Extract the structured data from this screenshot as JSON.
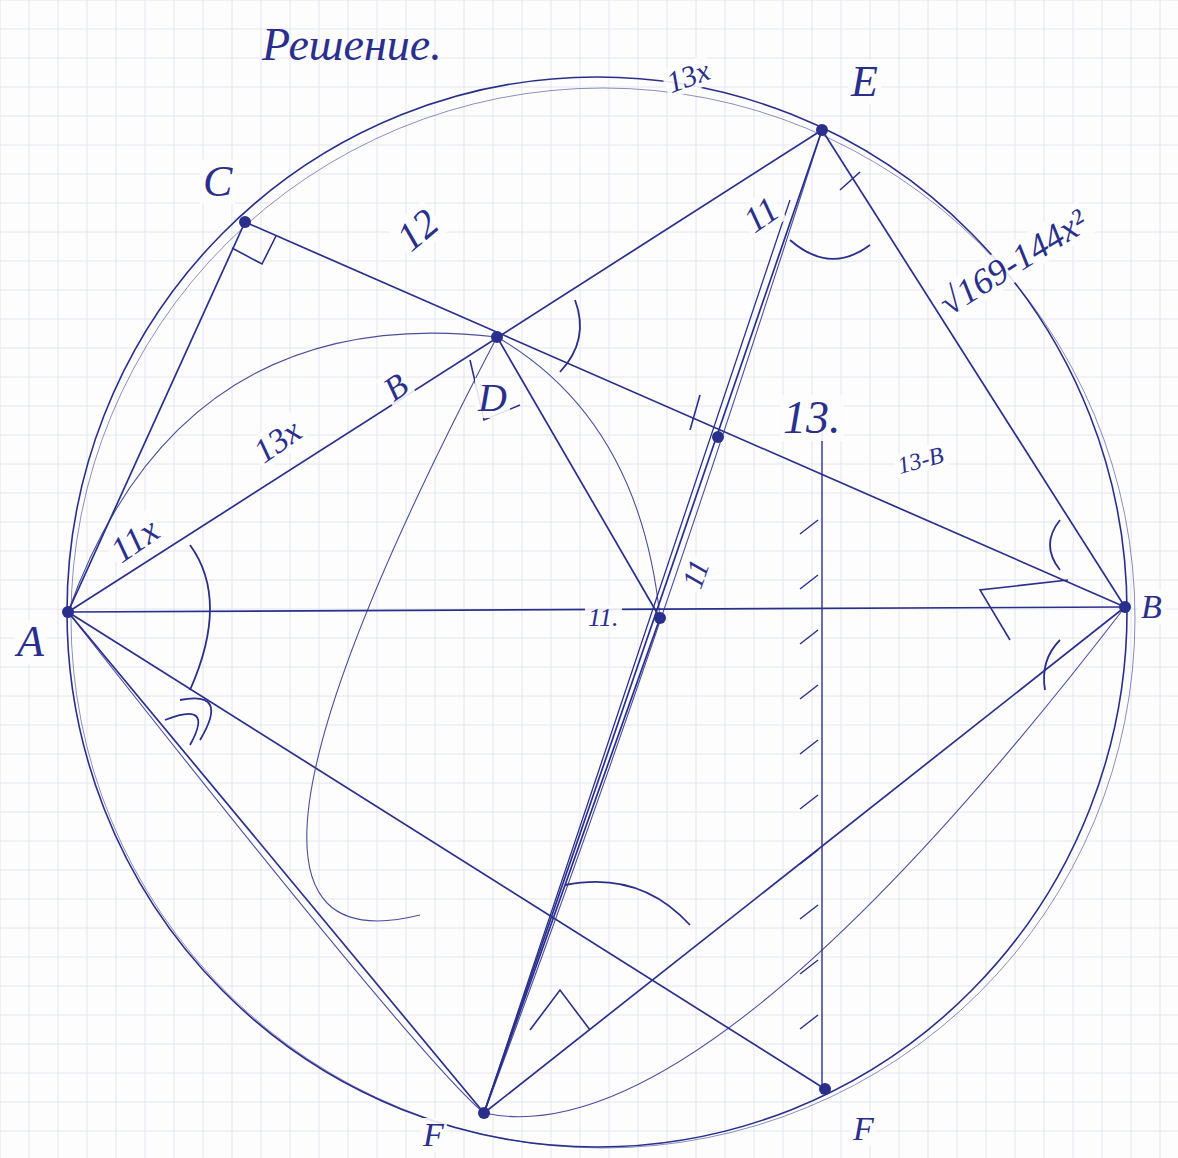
{
  "diagram": {
    "title": "Решение.",
    "labels": [
      "A",
      "C",
      "E",
      "D",
      "B",
      "F",
      "F",
      "12",
      "11x",
      "13x",
      "B",
      "11",
      "13.",
      "13-B",
      "√169-144x²",
      "13x",
      "11.",
      "11"
    ]
  }
}
